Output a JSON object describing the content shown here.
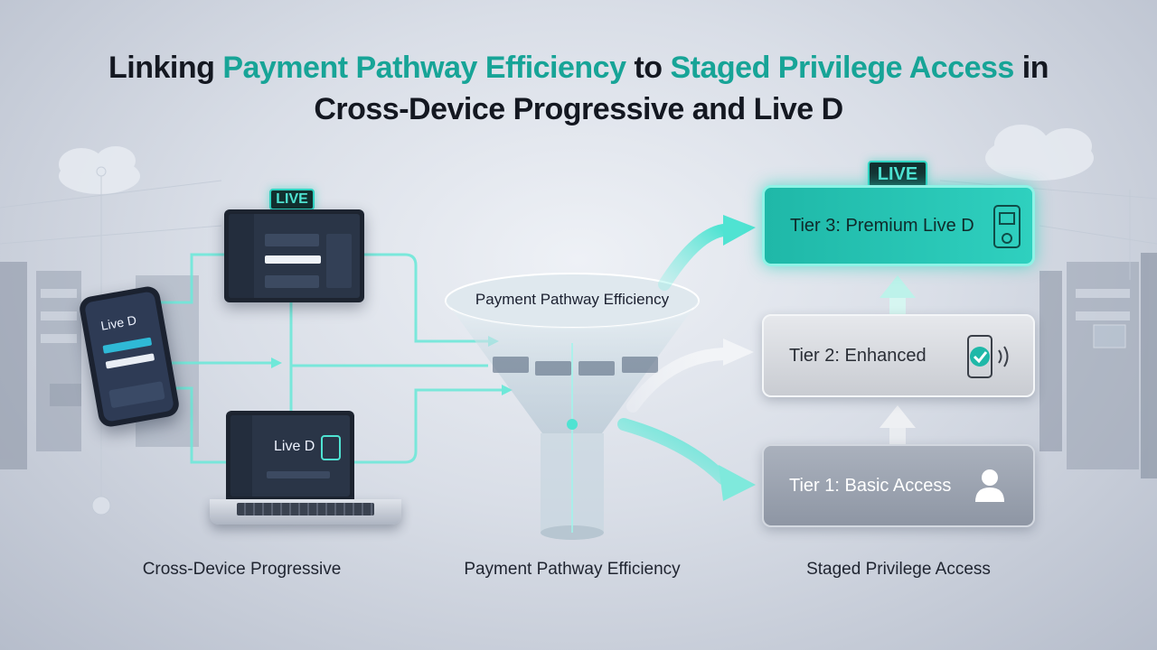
{
  "title": {
    "part1": "Linking ",
    "accent1": "Payment Pathway Efficiency",
    "part2": " to ",
    "accent2": "Staged Privilege Access",
    "part3": " in",
    "line2": "Cross-Device Progressive and Live D"
  },
  "devices": {
    "tablet_live_badge": "LIVE",
    "phone_label": "Live D",
    "laptop_label": "Live D"
  },
  "funnel": {
    "label": "Payment Pathway Efficiency"
  },
  "tiers": {
    "live_badge": "LIVE",
    "tier3": "Tier 3: Premium Live D",
    "tier2": "Tier 2: Enhanced",
    "tier1": "Tier 1: Basic Access"
  },
  "captions": {
    "left": "Cross-Device Progressive",
    "center": "Payment Pathway Efficiency",
    "right": "Staged Privilege Access"
  },
  "colors": {
    "accent": "#17a497",
    "glow": "#4fe3d2",
    "background": "#d9dee7"
  },
  "icons": [
    "phone-check-icon",
    "user-icon",
    "tier3-badge-icon",
    "cloud-icon"
  ]
}
